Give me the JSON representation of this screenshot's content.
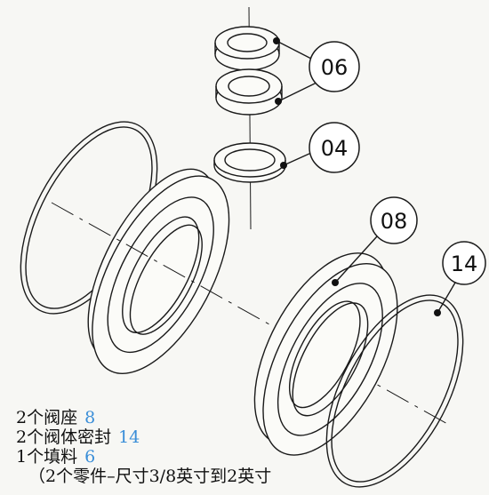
{
  "callouts": {
    "c06": "06",
    "c04": "04",
    "c08": "08",
    "c14": "14"
  },
  "legend": [
    {
      "text": "2个阀座",
      "num": "8"
    },
    {
      "text": "2个阀体密封",
      "num": "14"
    },
    {
      "text": "1个填料",
      "num": "6"
    }
  ],
  "note": "（2个零件–尺寸3/8英寸到2英寸"
}
